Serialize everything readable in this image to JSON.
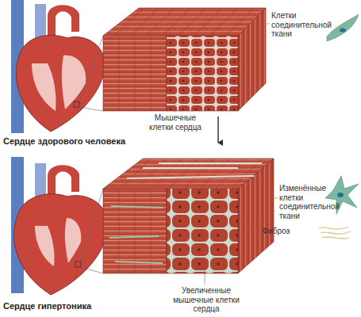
{
  "diagram": {
    "labels": [
      "Клетки соединительной ткани",
      "Мышечные клетки сердца",
      "Сердце здорового человека",
      "Изменённые клетки соединительной ткани",
      "Фиброз",
      "Сердце гипертоника",
      "Увеличенные мышечные клетки сердца"
    ]
  }
}
